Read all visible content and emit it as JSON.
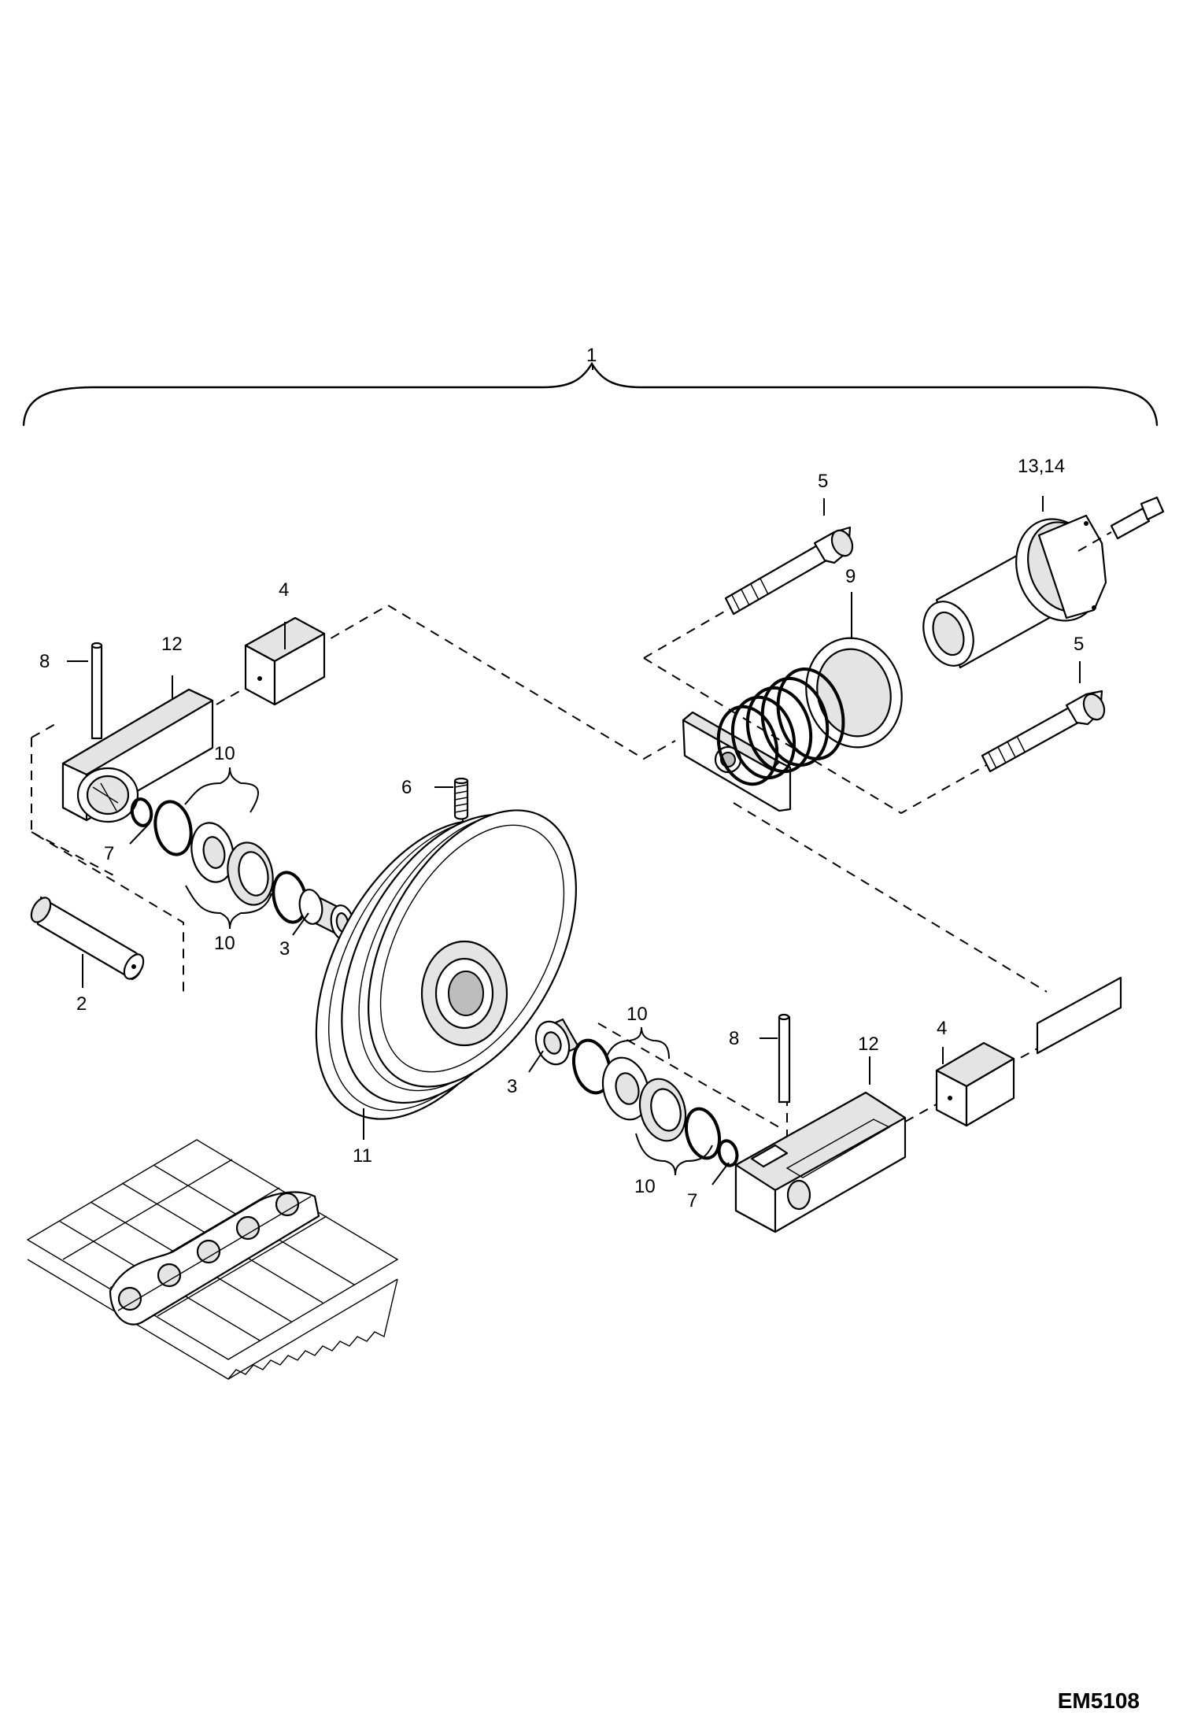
{
  "drawing_ref": "EM5108",
  "callouts": {
    "assembly": "1",
    "pin_shaft": "2",
    "bushing_left": "3",
    "bushing_right": "3",
    "block_left": "4",
    "block_right": "4",
    "bolt_upper": "5",
    "bolt_lower": "5",
    "plug": "6",
    "snap_ring_left": "7",
    "snap_ring_right": "7",
    "roll_pin_left": "8",
    "roll_pin_right": "8",
    "spring": "9",
    "seal_left_upper": "10",
    "seal_left_lower": "10",
    "seal_right_upper": "10",
    "seal_right_lower": "10",
    "idler": "11",
    "bracket_left": "12",
    "bracket_right": "12",
    "cylinder": "13,14"
  }
}
